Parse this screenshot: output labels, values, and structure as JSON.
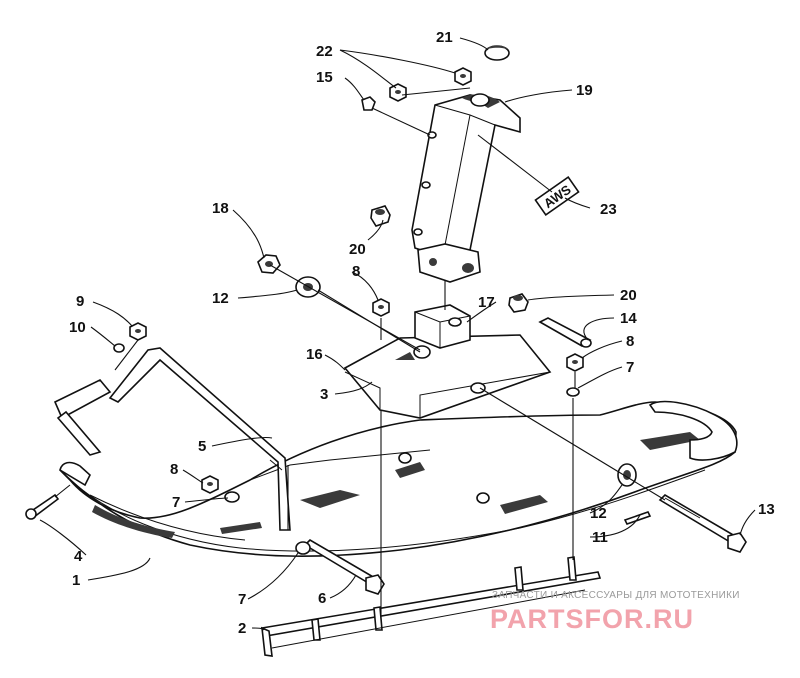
{
  "callouts": [
    {
      "id": "c1",
      "text": "1"
    },
    {
      "id": "c2",
      "text": "2"
    },
    {
      "id": "c3",
      "text": "3"
    },
    {
      "id": "c4",
      "text": "4"
    },
    {
      "id": "c5",
      "text": "5"
    },
    {
      "id": "c6",
      "text": "6"
    },
    {
      "id": "c7a",
      "text": "7"
    },
    {
      "id": "c7b",
      "text": "7"
    },
    {
      "id": "c7c",
      "text": "7"
    },
    {
      "id": "c8a",
      "text": "8"
    },
    {
      "id": "c8b",
      "text": "8"
    },
    {
      "id": "c8c",
      "text": "8"
    },
    {
      "id": "c9",
      "text": "9"
    },
    {
      "id": "c10",
      "text": "10"
    },
    {
      "id": "c11",
      "text": "11"
    },
    {
      "id": "c12a",
      "text": "12"
    },
    {
      "id": "c12b",
      "text": "12"
    },
    {
      "id": "c13",
      "text": "13"
    },
    {
      "id": "c14",
      "text": "14"
    },
    {
      "id": "c15",
      "text": "15"
    },
    {
      "id": "c16",
      "text": "16"
    },
    {
      "id": "c17",
      "text": "17"
    },
    {
      "id": "c18",
      "text": "18"
    },
    {
      "id": "c19",
      "text": "19"
    },
    {
      "id": "c20a",
      "text": "20"
    },
    {
      "id": "c20b",
      "text": "20"
    },
    {
      "id": "c21",
      "text": "21"
    },
    {
      "id": "c22",
      "text": "22"
    },
    {
      "id": "c23",
      "text": "23"
    }
  ],
  "decal_text": "AWS",
  "watermark": {
    "caption": "ЗАПЧАСТИ И АКСЕССУАРЫ ДЛЯ МОТОТЕХНИКИ",
    "brand": "PARTSFOR.RU"
  }
}
